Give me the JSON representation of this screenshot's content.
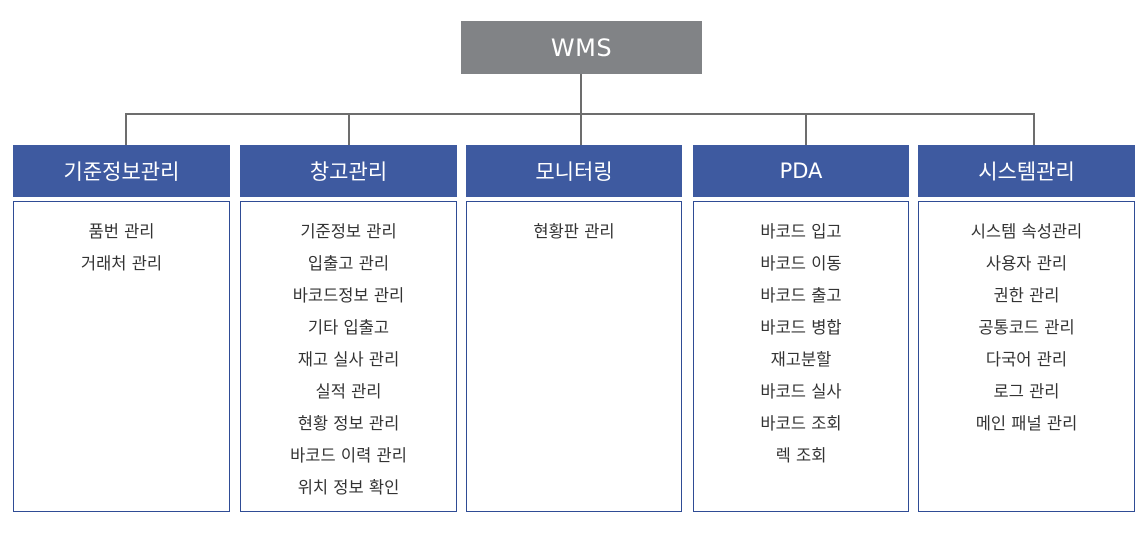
{
  "root": {
    "label": "WMS"
  },
  "colors": {
    "root_fill": "#818386",
    "header_fill": "#3e5aa0",
    "border": "#2f4c95",
    "connector": "#6d6d6d"
  },
  "columns": [
    {
      "title": "기준정보관리",
      "items": [
        "품번 관리",
        "거래처 관리"
      ]
    },
    {
      "title": "창고관리",
      "items": [
        "기준정보 관리",
        "입출고 관리",
        "바코드정보 관리",
        "기타 입출고",
        "재고 실사 관리",
        "실적 관리",
        "현황 정보 관리",
        "바코드 이력 관리",
        "위치 정보 확인"
      ]
    },
    {
      "title": "모니터링",
      "items": [
        "현황판 관리"
      ]
    },
    {
      "title": "PDA",
      "items": [
        "바코드 입고",
        "바코드 이동",
        "바코드 출고",
        "바코드 병합",
        "재고분할",
        "바코드 실사",
        "바코드 조회",
        "렉 조회"
      ]
    },
    {
      "title": "시스템관리",
      "items": [
        "시스템 속성관리",
        "사용자 관리",
        "권한 관리",
        "공통코드 관리",
        "다국어 관리",
        "로그 관리",
        "메인 패널 관리"
      ]
    }
  ]
}
